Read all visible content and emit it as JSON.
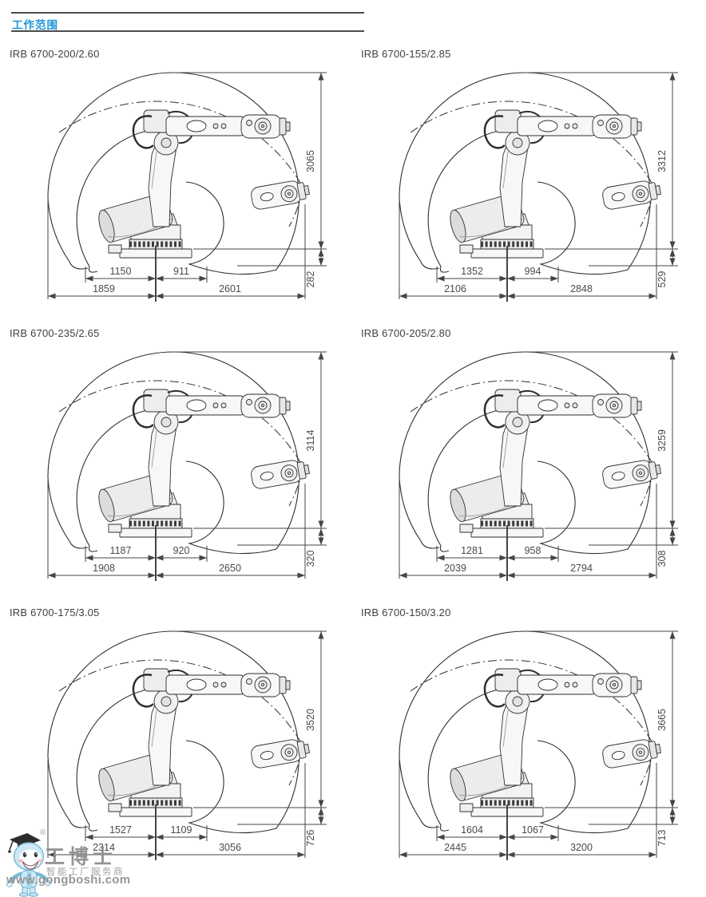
{
  "header": {
    "title": "工作范围"
  },
  "diagrams": [
    {
      "model": "IRB 6700-200/2.60",
      "dims": {
        "height": "3065",
        "below_base": "282",
        "rear_reach": "1150",
        "front_reach": "911",
        "rear_total": "1859",
        "front_total": "2601"
      }
    },
    {
      "model": "IRB 6700-155/2.85",
      "dims": {
        "height": "3312",
        "below_base": "529",
        "rear_reach": "1352",
        "front_reach": "994",
        "rear_total": "2106",
        "front_total": "2848"
      }
    },
    {
      "model": "IRB 6700-235/2.65",
      "dims": {
        "height": "3114",
        "below_base": "320",
        "rear_reach": "1187",
        "front_reach": "920",
        "rear_total": "1908",
        "front_total": "2650"
      }
    },
    {
      "model": "IRB 6700-205/2.80",
      "dims": {
        "height": "3259",
        "below_base": "308",
        "rear_reach": "1281",
        "front_reach": "958",
        "rear_total": "2039",
        "front_total": "2794"
      }
    },
    {
      "model": "IRB 6700-175/3.05",
      "dims": {
        "height": "3520",
        "below_base": "726",
        "rear_reach": "1527",
        "front_reach": "1109",
        "rear_total": "2314",
        "front_total": "3056"
      }
    },
    {
      "model": "IRB 6700-150/3.20",
      "dims": {
        "height": "3665",
        "below_base": "713",
        "rear_reach": "1604",
        "front_reach": "1067",
        "rear_total": "2445",
        "front_total": "3200"
      }
    }
  ],
  "watermark": {
    "registered": "®",
    "brand": "工博士",
    "slogan": "智能工厂服务商",
    "url": "www.gongboshi.com"
  },
  "colors": {
    "accent_blue": "#1c95d4",
    "line_dark": "#3a3a3a",
    "dimension_text": "#4a4a4a",
    "watermark_gray": "#8f8f8f",
    "mascot_blue": "#c9e8f7",
    "mascot_outline": "#6fb4d4"
  }
}
